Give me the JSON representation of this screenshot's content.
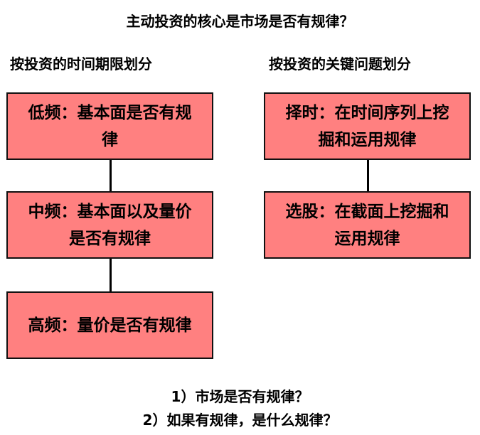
{
  "title": "主动投资的核心是市场是否有规律？",
  "left": {
    "heading": "按投资的时间期限划分",
    "boxes": [
      "低频：基本面是否有规律",
      "中频：基本面以及量价是否有规律",
      "高频：量价是否有规律"
    ]
  },
  "right": {
    "heading": "按投资的关键问题划分",
    "boxes": [
      "择时：在时间序列上挖掘和运用规律",
      "选股：在截面上挖掘和运用规律"
    ]
  },
  "questions": [
    "1）市场是否有规律？",
    "2）如果有规律，是什么规律？"
  ],
  "colors": {
    "box_fill": "#ff8080",
    "border": "#111111"
  }
}
